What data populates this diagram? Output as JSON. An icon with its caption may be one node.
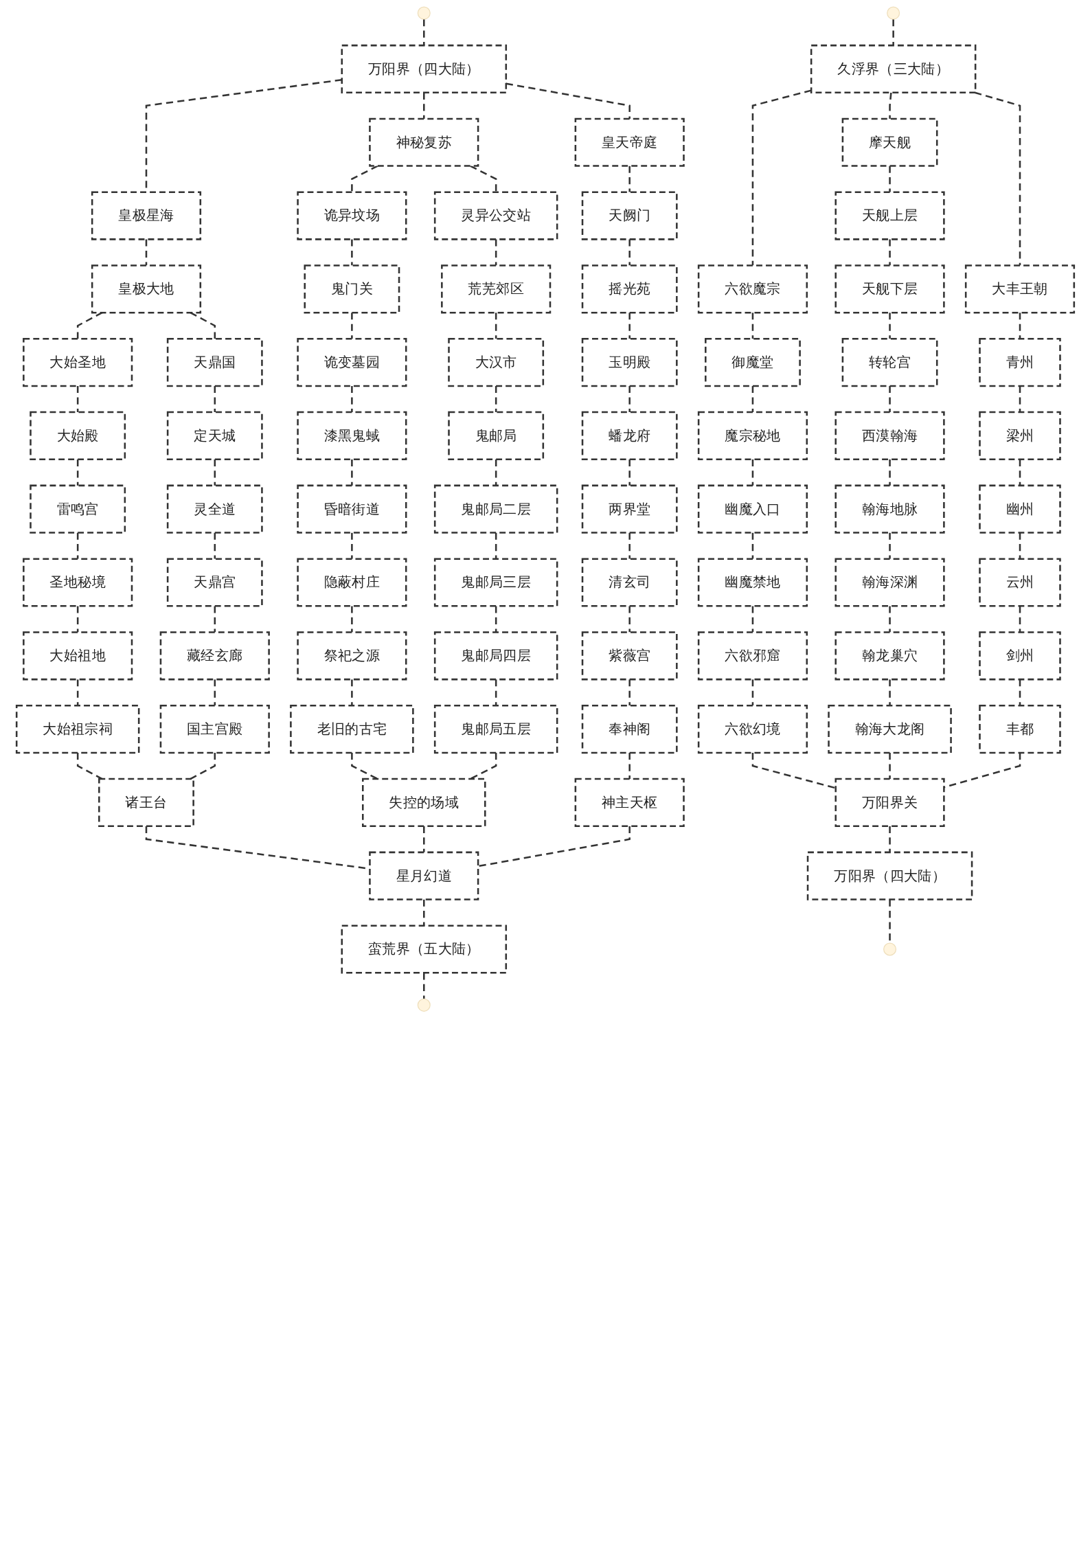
{
  "diagram": {
    "nodes": [
      {
        "text": [
          "久浮界（三大陆）"
        ]
      },
      {
        "text": [
          "六欲魔宗"
        ]
      },
      {
        "text": [
          "摩天舰"
        ]
      },
      {
        "text": [
          "大丰王朝"
        ]
      },
      {
        "text": [
          "御魔堂"
        ]
      },
      {
        "text": [
          "魔宗秘地"
        ]
      },
      {
        "text": [
          "幽魔入口"
        ]
      },
      {
        "text": [
          "幽魔禁地"
        ]
      },
      {
        "text": [
          "六欲邪窟"
        ]
      },
      {
        "text": [
          "六欲幻境"
        ]
      },
      {
        "text": [
          "天舰上层"
        ]
      },
      {
        "text": [
          "天舰下层"
        ]
      },
      {
        "text": [
          "转轮宫"
        ]
      },
      {
        "text": [
          "西漠翰海"
        ]
      },
      {
        "text": [
          "翰海地脉"
        ]
      },
      {
        "text": [
          "翰海深渊"
        ]
      },
      {
        "text": [
          "翰龙巢穴"
        ]
      },
      {
        "text": [
          "翰海大龙阁"
        ]
      },
      {
        "text": [
          "青州"
        ]
      },
      {
        "text": [
          "梁州"
        ]
      },
      {
        "text": [
          "幽州"
        ]
      },
      {
        "text": [
          "云州"
        ]
      },
      {
        "text": [
          "剑州"
        ]
      },
      {
        "text": [
          "丰都"
        ]
      },
      {
        "text": [
          "万阳界关"
        ]
      },
      {
        "text": [
          "万阳界（四大陆）"
        ]
      },
      {
        "text": [
          "万阳界（四大陆）"
        ]
      },
      {
        "text": [
          "皇极星海"
        ]
      },
      {
        "text": [
          "神秘复苏"
        ]
      },
      {
        "text": [
          "皇天帝庭"
        ]
      },
      {
        "text": [
          "皇极大地"
        ]
      },
      {
        "text": [
          "大始圣地"
        ]
      },
      {
        "text": [
          "大始殿"
        ]
      },
      {
        "text": [
          "雷鸣宫"
        ]
      },
      {
        "text": [
          "圣地秘境"
        ]
      },
      {
        "text": [
          "大始祖地"
        ]
      },
      {
        "text": [
          "大始祖宗祠"
        ]
      },
      {
        "text": [
          "天鼎国"
        ]
      },
      {
        "text": [
          "定天城"
        ]
      },
      {
        "text": [
          "灵全道"
        ]
      },
      {
        "text": [
          "天鼎宫"
        ]
      },
      {
        "text": [
          "藏经玄廊"
        ]
      },
      {
        "text": [
          "国主宫殿"
        ]
      },
      {
        "text": [
          "诸王台"
        ]
      },
      {
        "text": [
          "诡异坟场"
        ]
      },
      {
        "text": [
          "鬼门关"
        ]
      },
      {
        "text": [
          "诡变墓园"
        ]
      },
      {
        "text": [
          "漆黑鬼蜮"
        ]
      },
      {
        "text": [
          "昏暗街道"
        ]
      },
      {
        "text": [
          "隐蔽村庄"
        ]
      },
      {
        "text": [
          "祭祀之源"
        ]
      },
      {
        "text": [
          "老旧的古宅"
        ]
      },
      {
        "text": [
          "灵异公交站"
        ]
      },
      {
        "text": [
          "荒芜郊区"
        ]
      },
      {
        "text": [
          "大汉市"
        ]
      },
      {
        "text": [
          "鬼邮局"
        ]
      },
      {
        "text": [
          "鬼邮局二层"
        ]
      },
      {
        "text": [
          "鬼邮局三层"
        ]
      },
      {
        "text": [
          "鬼邮局四层"
        ]
      },
      {
        "text": [
          "鬼邮局五层"
        ]
      },
      {
        "text": [
          "失控的场域"
        ]
      },
      {
        "text": [
          "天阙门"
        ]
      },
      {
        "text": [
          "摇光苑"
        ]
      },
      {
        "text": [
          "玉明殿"
        ]
      },
      {
        "text": [
          "蟠龙府"
        ]
      },
      {
        "text": [
          "两界堂"
        ]
      },
      {
        "text": [
          "清玄司"
        ]
      },
      {
        "text": [
          "紫薇宫"
        ]
      },
      {
        "text": [
          "奉神阁"
        ]
      },
      {
        "text": [
          "神主天枢"
        ]
      },
      {
        "text": [
          "星月幻道"
        ]
      },
      {
        "text": [
          "蛮荒界（五大陆）"
        ]
      }
    ],
    "edges": [
      {
        "from": null,
        "to": 0,
        "arrow": "none",
        "style": "dashed"
      },
      {
        "from": 0,
        "to": 1,
        "arrow": "none",
        "style": "dashed"
      },
      {
        "from": 0,
        "to": 2,
        "arrow": "none",
        "style": "dashed"
      },
      {
        "from": 0,
        "to": 3,
        "arrow": "none",
        "style": "dashed"
      },
      {
        "from": 1,
        "to": 4,
        "arrow": "none",
        "style": "dashed"
      },
      {
        "from": 4,
        "to": 5,
        "arrow": "none",
        "style": "dashed"
      },
      {
        "from": 5,
        "to": 6,
        "arrow": "none",
        "style": "dashed"
      },
      {
        "from": 6,
        "to": 7,
        "arrow": "none",
        "style": "dashed"
      },
      {
        "from": 7,
        "to": 8,
        "arrow": "none",
        "style": "dashed"
      },
      {
        "from": 8,
        "to": 9,
        "arrow": "none",
        "style": "dashed"
      },
      {
        "from": 2,
        "to": 10,
        "arrow": "none",
        "style": "dashed"
      },
      {
        "from": 10,
        "to": 11,
        "arrow": "none",
        "style": "dashed"
      },
      {
        "from": 11,
        "to": 12,
        "arrow": "none",
        "style": "dashed"
      },
      {
        "from": 12,
        "to": 13,
        "arrow": "none",
        "style": "dashed"
      },
      {
        "from": 13,
        "to": 14,
        "arrow": "none",
        "style": "dashed"
      },
      {
        "from": 14,
        "to": 15,
        "arrow": "none",
        "style": "dashed"
      },
      {
        "from": 15,
        "to": 16,
        "arrow": "none",
        "style": "dashed"
      },
      {
        "from": 16,
        "to": 17,
        "arrow": "none",
        "style": "dashed"
      },
      {
        "from": 3,
        "to": 18,
        "arrow": "none",
        "style": "dashed"
      },
      {
        "from": 18,
        "to": 19,
        "arrow": "none",
        "style": "dashed"
      },
      {
        "from": 19,
        "to": 20,
        "arrow": "none",
        "style": "dashed"
      },
      {
        "from": 20,
        "to": 21,
        "arrow": "none",
        "style": "dashed"
      },
      {
        "from": 21,
        "to": 22,
        "arrow": "none",
        "style": "dashed"
      },
      {
        "from": 22,
        "to": 23,
        "arrow": "none",
        "style": "dashed"
      },
      {
        "from": 9,
        "to": 24,
        "arrow": "none",
        "style": "dashed"
      },
      {
        "from": 17,
        "to": 24,
        "arrow": "none",
        "style": "dashed"
      },
      {
        "from": 23,
        "to": 24,
        "arrow": "none",
        "style": "dashed"
      },
      {
        "from": 24,
        "to": 25,
        "arrow": "none",
        "style": "dashed"
      },
      {
        "from": 25,
        "to": null,
        "arrow": "none",
        "style": "dashed"
      },
      {
        "from": null,
        "to": 26,
        "arrow": "none",
        "style": "dashed"
      },
      {
        "from": 26,
        "to": 27,
        "arrow": "none",
        "style": "dashed"
      },
      {
        "from": 26,
        "to": 28,
        "arrow": "none",
        "style": "dashed"
      },
      {
        "from": 26,
        "to": 29,
        "arrow": "none",
        "style": "dashed"
      },
      {
        "from": 27,
        "to": 30,
        "arrow": "none",
        "style": "dashed"
      },
      {
        "from": 30,
        "to": 31,
        "arrow": "none",
        "style": "dashed"
      },
      {
        "from": 30,
        "to": 37,
        "arrow": "none",
        "style": "dashed"
      },
      {
        "from": 31,
        "to": 32,
        "arrow": "none",
        "style": "dashed"
      },
      {
        "from": 32,
        "to": 33,
        "arrow": "none",
        "style": "dashed"
      },
      {
        "from": 33,
        "to": 34,
        "arrow": "none",
        "style": "dashed"
      },
      {
        "from": 34,
        "to": 35,
        "arrow": "none",
        "style": "dashed"
      },
      {
        "from": 35,
        "to": 36,
        "arrow": "none",
        "style": "dashed"
      },
      {
        "from": 37,
        "to": 38,
        "arrow": "none",
        "style": "dashed"
      },
      {
        "from": 38,
        "to": 39,
        "arrow": "none",
        "style": "dashed"
      },
      {
        "from": 39,
        "to": 40,
        "arrow": "none",
        "style": "dashed"
      },
      {
        "from": 40,
        "to": 41,
        "arrow": "none",
        "style": "dashed"
      },
      {
        "from": 41,
        "to": 42,
        "arrow": "none",
        "style": "dashed"
      },
      {
        "from": 36,
        "to": 43,
        "arrow": "none",
        "style": "dashed"
      },
      {
        "from": 42,
        "to": 43,
        "arrow": "none",
        "style": "dashed"
      },
      {
        "from": 28,
        "to": 44,
        "arrow": "none",
        "style": "dashed"
      },
      {
        "from": 28,
        "to": 52,
        "arrow": "none",
        "style": "dashed"
      },
      {
        "from": 44,
        "to": 45,
        "arrow": "none",
        "style": "dashed"
      },
      {
        "from": 45,
        "to": 46,
        "arrow": "none",
        "style": "dashed"
      },
      {
        "from": 46,
        "to": 47,
        "arrow": "none",
        "style": "dashed"
      },
      {
        "from": 47,
        "to": 48,
        "arrow": "none",
        "style": "dashed"
      },
      {
        "from": 48,
        "to": 49,
        "arrow": "none",
        "style": "dashed"
      },
      {
        "from": 49,
        "to": 50,
        "arrow": "none",
        "style": "dashed"
      },
      {
        "from": 50,
        "to": 51,
        "arrow": "none",
        "style": "dashed"
      },
      {
        "from": 52,
        "to": 53,
        "arrow": "none",
        "style": "dashed"
      },
      {
        "from": 53,
        "to": 54,
        "arrow": "none",
        "style": "dashed"
      },
      {
        "from": 54,
        "to": 55,
        "arrow": "none",
        "style": "dashed"
      },
      {
        "from": 55,
        "to": 56,
        "arrow": "none",
        "style": "dashed"
      },
      {
        "from": 56,
        "to": 57,
        "arrow": "none",
        "style": "dashed"
      },
      {
        "from": 57,
        "to": 58,
        "arrow": "none",
        "style": "dashed"
      },
      {
        "from": 58,
        "to": 59,
        "arrow": "none",
        "style": "dashed"
      },
      {
        "from": 51,
        "to": 60,
        "arrow": "none",
        "style": "dashed"
      },
      {
        "from": 59,
        "to": 60,
        "arrow": "none",
        "style": "dashed"
      },
      {
        "from": 29,
        "to": 61,
        "arrow": "none",
        "style": "dashed"
      },
      {
        "from": 61,
        "to": 62,
        "arrow": "none",
        "style": "dashed"
      },
      {
        "from": 62,
        "to": 63,
        "arrow": "none",
        "style": "dashed"
      },
      {
        "from": 63,
        "to": 64,
        "arrow": "none",
        "style": "dashed"
      },
      {
        "from": 64,
        "to": 65,
        "arrow": "none",
        "style": "dashed"
      },
      {
        "from": 65,
        "to": 66,
        "arrow": "none",
        "style": "dashed"
      },
      {
        "from": 66,
        "to": 67,
        "arrow": "none",
        "style": "dashed"
      },
      {
        "from": 67,
        "to": 68,
        "arrow": "none",
        "style": "dashed"
      },
      {
        "from": 68,
        "to": 69,
        "arrow": "none",
        "style": "dashed"
      },
      {
        "from": 43,
        "to": 70,
        "arrow": "none",
        "style": "dashed"
      },
      {
        "from": 60,
        "to": 70,
        "arrow": "none",
        "style": "dashed"
      },
      {
        "from": 69,
        "to": 70,
        "arrow": "none",
        "style": "dashed"
      },
      {
        "from": 70,
        "to": 71,
        "arrow": "none",
        "style": "dashed"
      },
      {
        "from": 71,
        "to": null,
        "arrow": "none",
        "style": "dashed"
      }
    ]
  }
}
